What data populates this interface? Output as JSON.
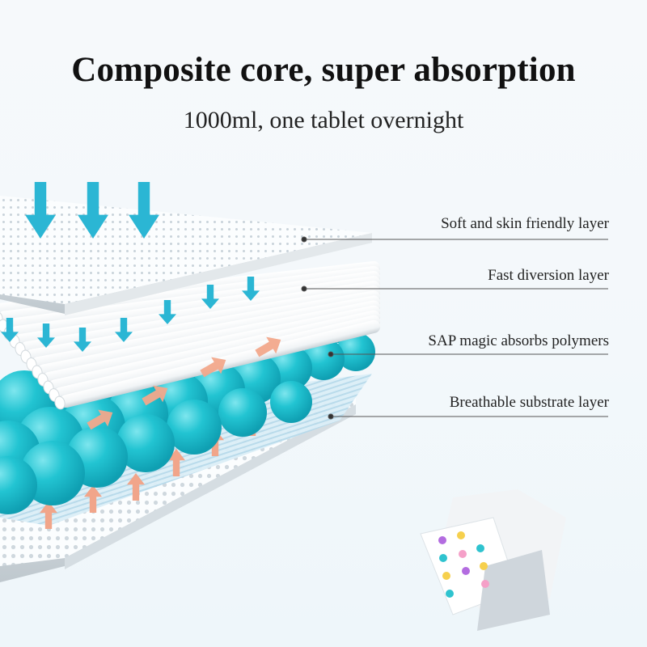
{
  "header": {
    "title": "Composite core, super absorption",
    "subtitle": "1000ml, one tablet overnight"
  },
  "layers": [
    {
      "label": "Soft and skin friendly layer"
    },
    {
      "label": "Fast diversion layer"
    },
    {
      "label": "SAP magic absorbs polymers"
    },
    {
      "label": "Breathable substrate layer"
    }
  ],
  "colors": {
    "arrow_down": "#2bb6d4",
    "sap_bead": "#1ec3cf",
    "arrow_up": "#f1a58a",
    "sheet": "#ffffff"
  }
}
